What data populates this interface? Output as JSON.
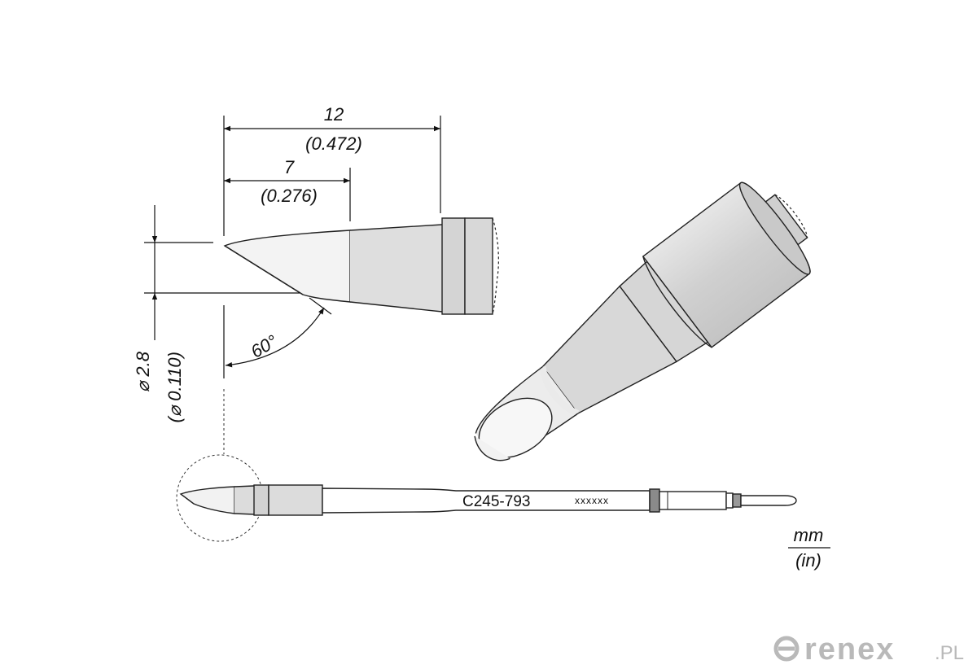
{
  "dimensions": {
    "length_total_mm": "12",
    "length_total_in": "(0.472)",
    "length_taper_mm": "7",
    "length_taper_in": "(0.276)",
    "diameter_mm": "⌀ 2.8",
    "diameter_in": "(⌀ 0.110)",
    "bevel_angle": "60°"
  },
  "part_number": "C245-793",
  "serial_placeholder": "xxxxxx",
  "units": {
    "primary": "mm",
    "secondary": "(in)"
  },
  "watermark": {
    "brand": "renex",
    "suffix": ".PL"
  },
  "colors": {
    "tip_light": "#f2f2f2",
    "tip_mid": "#dcdcdc",
    "body_gray": "#d2d2d2",
    "outline": "#222222"
  }
}
